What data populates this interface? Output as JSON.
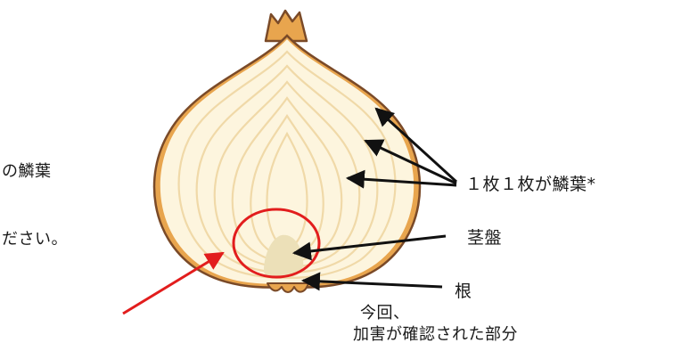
{
  "labels": {
    "scale_leaf": "１枚１枚が鱗葉*",
    "stem_plate": "茎盤",
    "root": "根",
    "damage_line1": "今回、",
    "damage_line2": "加害が確認された部分",
    "cut_left_1": "の鱗葉",
    "cut_left_2": "ださい。"
  },
  "colors": {
    "flesh": "#fdf5de",
    "skin": "#e8a54e",
    "outline": "#7a4a28",
    "rings": "#f0d9a8",
    "stem_plate": "#ece0b8",
    "highlight_circle": "#e21d1d",
    "arrow_black": "#111111",
    "arrow_red": "#e21d1d"
  }
}
